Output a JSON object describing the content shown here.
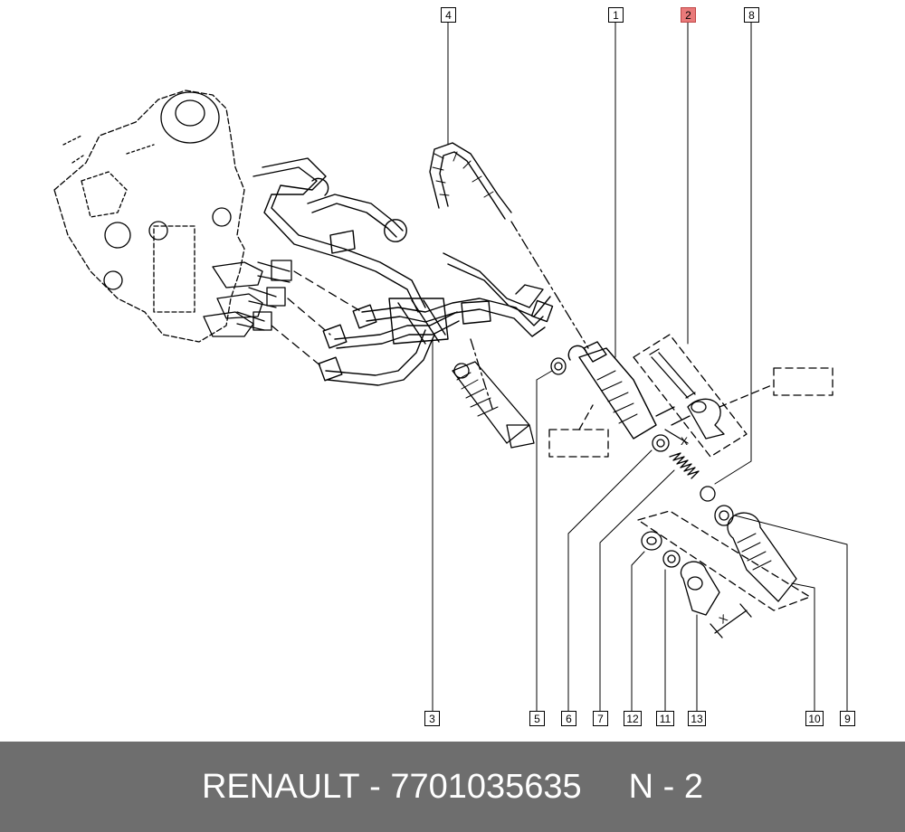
{
  "footer": {
    "brand": "RENAULT",
    "separator": " - ",
    "part_number": "7701035635",
    "callout": "N - 2"
  },
  "diagram": {
    "callouts": [
      {
        "id": "c4",
        "label": "4"
      },
      {
        "id": "c1",
        "label": "1"
      },
      {
        "id": "c2",
        "label": "2",
        "highlighted": true
      },
      {
        "id": "c8",
        "label": "8"
      },
      {
        "id": "c3",
        "label": "3"
      },
      {
        "id": "c5",
        "label": "5"
      },
      {
        "id": "c6",
        "label": "6"
      },
      {
        "id": "c7",
        "label": "7"
      },
      {
        "id": "c12",
        "label": "12"
      },
      {
        "id": "c11",
        "label": "11"
      },
      {
        "id": "c13",
        "label": "13"
      },
      {
        "id": "c10",
        "label": "10"
      },
      {
        "id": "c9",
        "label": "9"
      }
    ],
    "dimension_marks": [
      "X",
      "X"
    ]
  },
  "colors": {
    "highlight": "#e97a7a",
    "footer_bg": "#6e6e6e",
    "footer_text": "#ffffff",
    "line": "#000000"
  }
}
